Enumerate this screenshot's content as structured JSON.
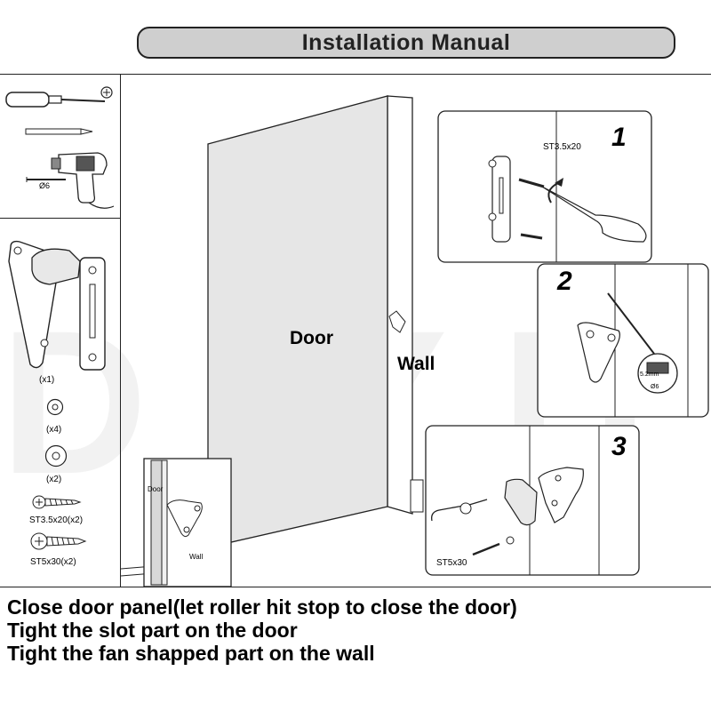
{
  "header": {
    "title": "Installation Manual"
  },
  "parts": {
    "bracket_qty": "(x1)",
    "washer_small_qty": "(x4)",
    "washer_large_qty": "(x2)",
    "screw_small": "ST3.5x20(x2)",
    "screw_large": "ST5x30(x2)",
    "drill_bit": "Ø6"
  },
  "scene": {
    "door_label": "Door",
    "wall_label": "Wall",
    "inset_door_label": "Door",
    "inset_wall_label": "Wall"
  },
  "steps": [
    {
      "number": "1",
      "screw_label": "ST3.5x20"
    },
    {
      "number": "2",
      "bit_label": "5.2mm",
      "bit_label2": "Ø6"
    },
    {
      "number": "3",
      "screw_label": "ST5x30"
    }
  ],
  "watermark": "DIYHD",
  "instructions": [
    "Close door panel(let roller hit stop to close the door)",
    "Tight the slot part on the door",
    "Tight the fan shapped part on the wall"
  ]
}
